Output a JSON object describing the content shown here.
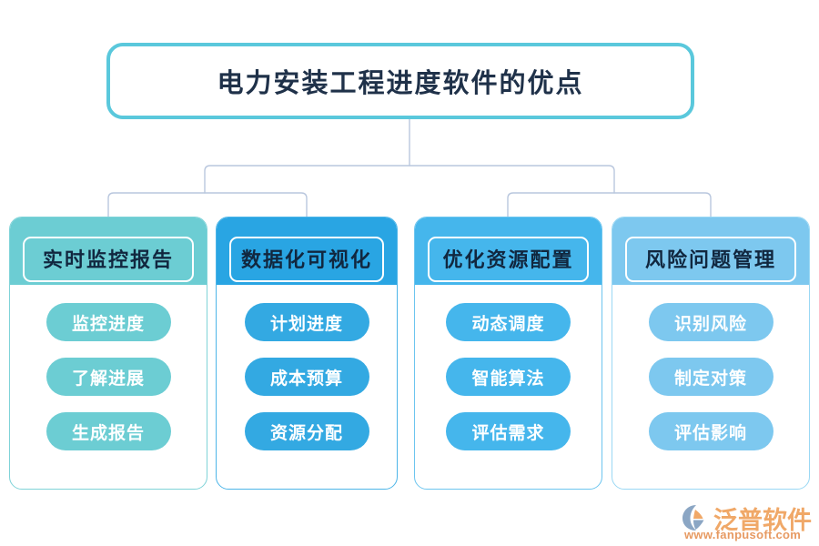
{
  "diagram": {
    "title": "电力安装工程进度软件的优点",
    "title_border_color": "#5ac8dc",
    "title_text_color": "#1f3149",
    "connector_color": "#b9c7de",
    "columns": [
      {
        "header": "实时监控报告",
        "color": "#6ccdd3",
        "pill_color": "#6ccdd3",
        "border_color": "#7fd3d8",
        "items": [
          "监控进度",
          "了解进展",
          "生成报告"
        ]
      },
      {
        "header": "数据化可视化",
        "color": "#29a5e3",
        "pill_color": "#33a9e2",
        "border_color": "#4db5e8",
        "items": [
          "计划进度",
          "成本预算",
          "资源分配"
        ]
      },
      {
        "header": "优化资源配置",
        "color": "#45b6ec",
        "pill_color": "#45b6ec",
        "border_color": "#6cc5ef",
        "items": [
          "动态调度",
          "智能算法",
          "评估需求"
        ]
      },
      {
        "header": "风险问题管理",
        "color": "#7dc8ef",
        "pill_color": "#7dc8ef",
        "border_color": "#9ad8f4",
        "items": [
          "识别风险",
          "制定对策",
          "评估影响"
        ]
      }
    ]
  },
  "logo": {
    "name": "泛普软件",
    "url": "www.fanpusoft.com",
    "name_color": "#f0a868",
    "mark_color": "#8ba6c4"
  }
}
